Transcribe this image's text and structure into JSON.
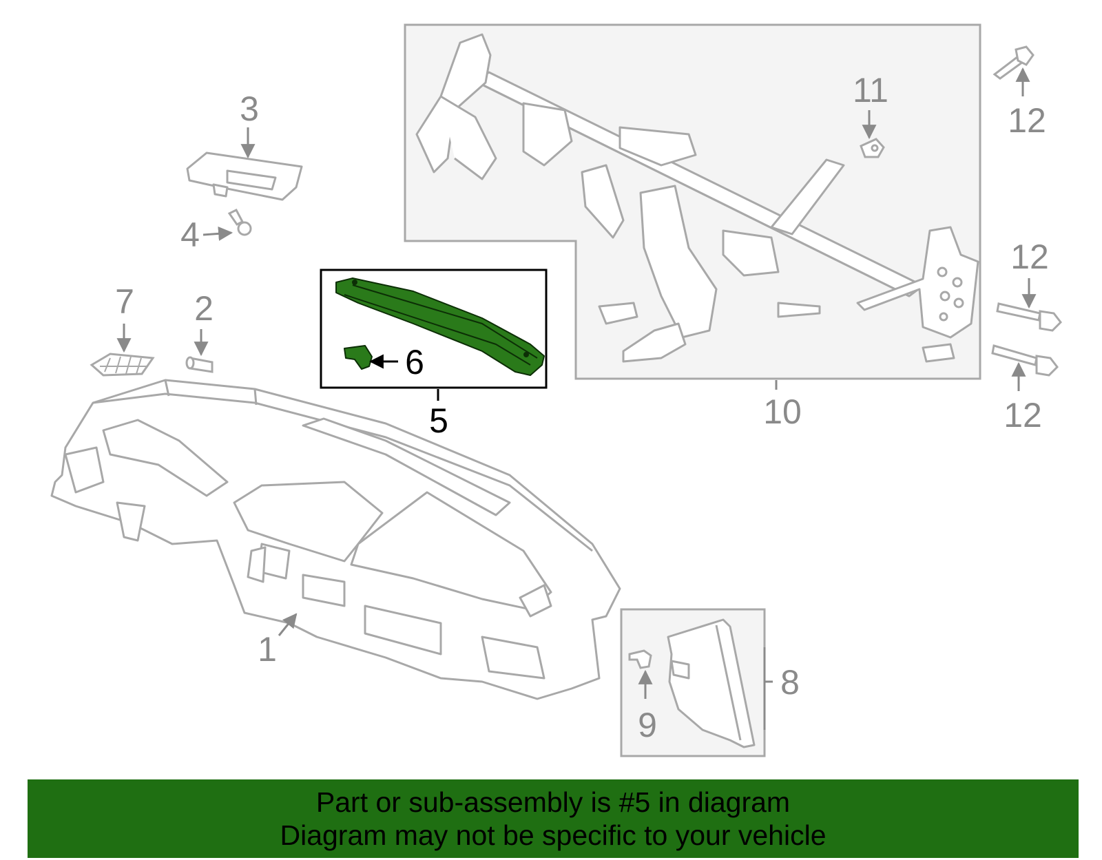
{
  "colors": {
    "banner_bg": "#1f6f12",
    "highlight_part": "#2a7a1a",
    "muted_line": "#a8a8a8",
    "muted_text": "#8a8a8a",
    "panel_bg": "#f4f4f4",
    "active_line": "#000000"
  },
  "callouts": {
    "c1": "1",
    "c2": "2",
    "c3": "3",
    "c4": "4",
    "c5": "5",
    "c6": "6",
    "c7": "7",
    "c8": "8",
    "c9": "9",
    "c10": "10",
    "c11": "11",
    "c12a": "12",
    "c12b": "12",
    "c12c": "12"
  },
  "highlighted_callout": "5",
  "banner": {
    "line1": "Part or sub-assembly is #5 in diagram",
    "line2": "Diagram may not be specific to your vehicle"
  }
}
